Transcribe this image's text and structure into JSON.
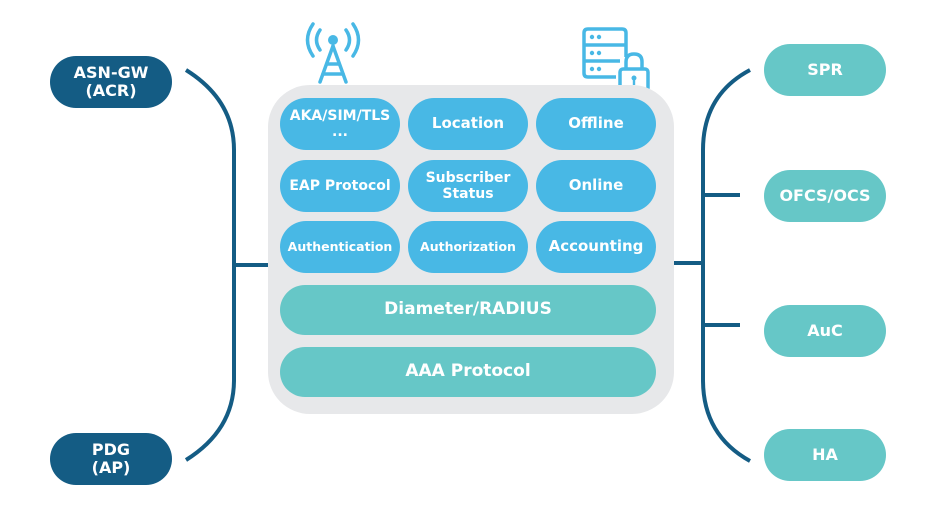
{
  "colors": {
    "panel_bg": "#e7e8ea",
    "function_pill": "#48b8e5",
    "protocol_bar": "#66c7c7",
    "client_node": "#145c84",
    "server_node": "#66c7c7",
    "connector_line": "#145c84",
    "icon": "#48b8e5"
  },
  "icons": {
    "left": "antenna-tower-icon",
    "right": "server-lock-icon"
  },
  "panel": {
    "functions": [
      {
        "line1": "AKA/SIM/TLS",
        "line2": "..."
      },
      {
        "line1": "Location",
        "line2": ""
      },
      {
        "line1": "Offline",
        "line2": ""
      },
      {
        "line1": "EAP Protocol",
        "line2": ""
      },
      {
        "line1": "Subscriber",
        "line2": "Status"
      },
      {
        "line1": "Online",
        "line2": ""
      },
      {
        "line1": "Authentication",
        "line2": ""
      },
      {
        "line1": "Authorization",
        "line2": ""
      },
      {
        "line1": "Accounting",
        "line2": ""
      }
    ],
    "protocols": [
      "Diameter/RADIUS",
      "AAA Protocol"
    ]
  },
  "clients": [
    {
      "line1": "ASN-GW",
      "line2": "(ACR)"
    },
    {
      "line1": "PDG",
      "line2": "(AP)"
    }
  ],
  "servers": [
    "SPR",
    "OFCS/OCS",
    "AuC",
    "HA"
  ]
}
